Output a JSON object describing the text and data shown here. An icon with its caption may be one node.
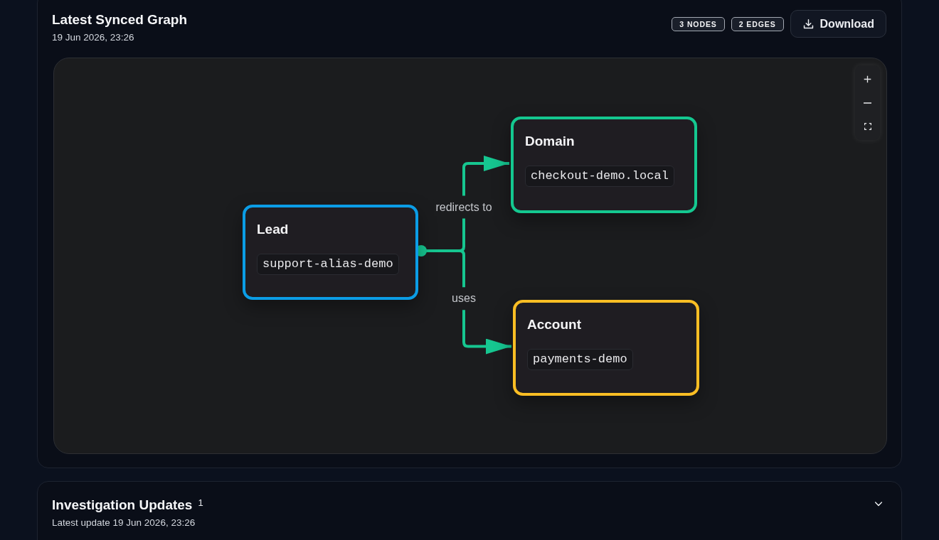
{
  "diagram": {
    "nodes": [
      {
        "text": [
          "Latest Synced Graph",
          "19 Jun 2026, 23:26"
        ]
      },
      {
        "text": [
          "Lead",
          "support-alias-demo"
        ],
        "in": 0
      },
      {
        "text": [
          "Domain",
          "checkout-demo.local"
        ],
        "in": 0
      },
      {
        "text": [
          "Account",
          "payments-demo"
        ],
        "in": 0
      },
      {
        "text": [
          "Investigation Updates",
          "1",
          "Latest update 19 Jun 2026, 23:26"
        ]
      }
    ],
    "edges": [
      {
        "from": 1,
        "to": 2,
        "arrow": "to",
        "label": "redirects to"
      },
      {
        "from": 1,
        "to": 3,
        "arrow": "to",
        "label": "uses"
      }
    ],
    "labels": [
      "3 NODES",
      "2 EDGES",
      "Download"
    ]
  }
}
